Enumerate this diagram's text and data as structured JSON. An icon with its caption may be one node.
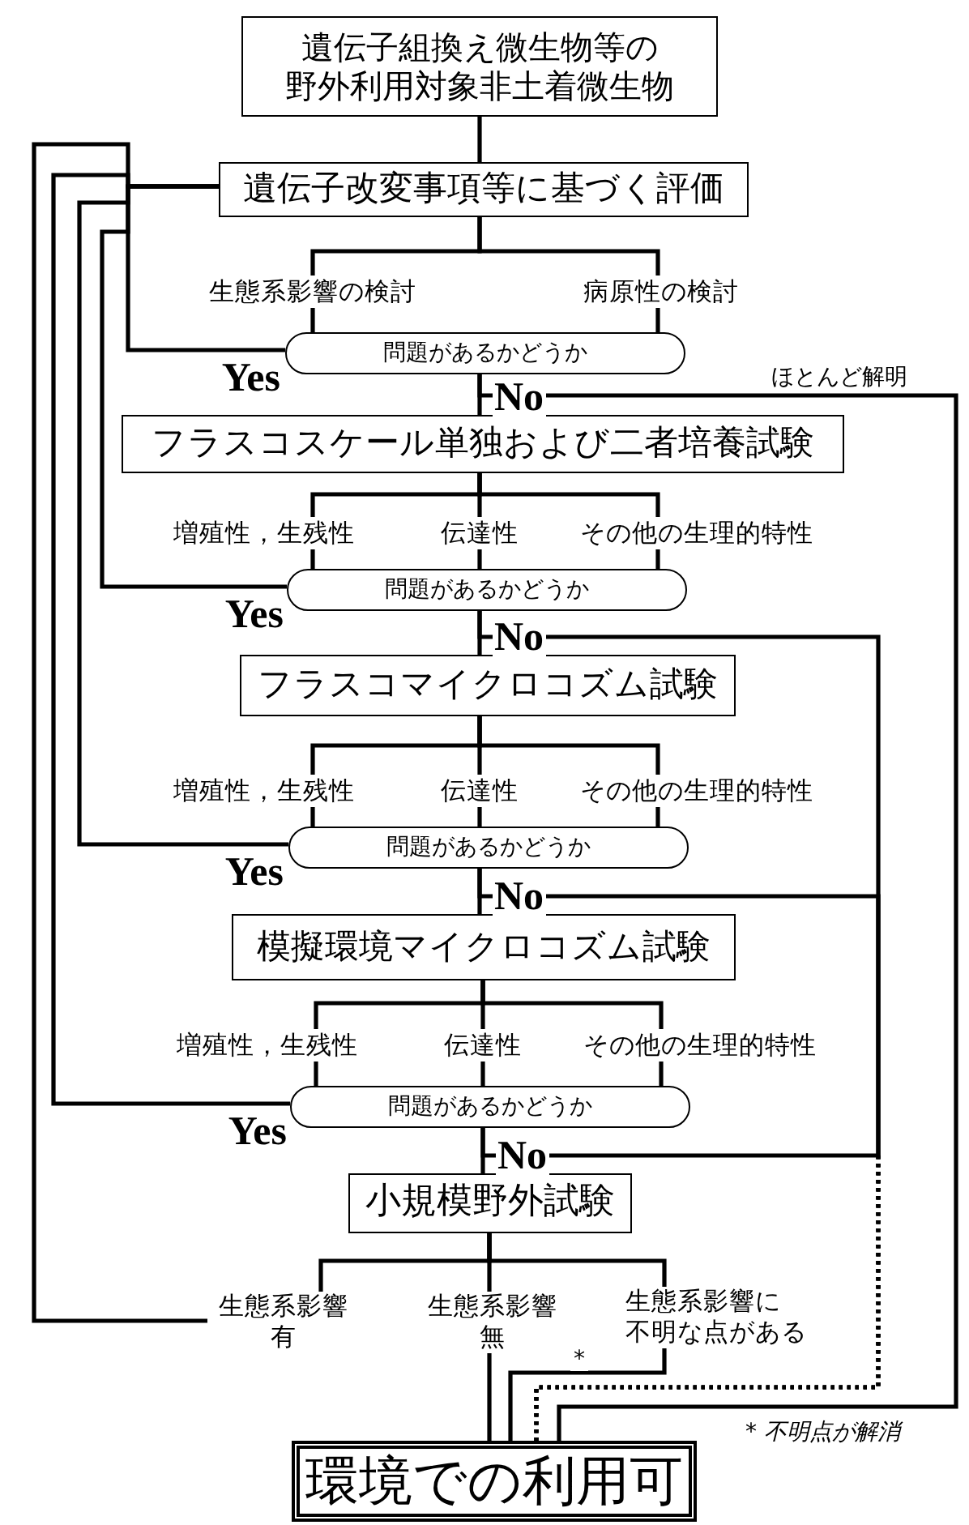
{
  "diagram": {
    "nodes": [
      {
        "text": [
          "遺伝子組換え微生物等の野外利用対象非土着微生物"
        ]
      },
      {
        "text": [
          "遺伝子改変事項等に基づく評価"
        ]
      },
      {
        "text": [
          "生態系影響の検討"
        ]
      },
      {
        "text": [
          "病原性の検討"
        ]
      },
      {
        "text": [
          "問題があるかどうか"
        ]
      },
      {
        "text": [
          "フラスコスケール単独および二者培養試験"
        ]
      },
      {
        "text": [
          "増殖性，生残性"
        ]
      },
      {
        "text": [
          "伝達性"
        ]
      },
      {
        "text": [
          "その他の生理的特性"
        ]
      },
      {
        "text": [
          "問題があるかどうか"
        ]
      },
      {
        "text": [
          "フラスコマイクロコズム試験"
        ]
      },
      {
        "text": [
          "増殖性，生残性"
        ]
      },
      {
        "text": [
          "伝達性"
        ]
      },
      {
        "text": [
          "その他の生理的特性"
        ]
      },
      {
        "text": [
          "問題があるかどうか"
        ]
      },
      {
        "text": [
          "模擬環境マイクロコズム試験"
        ]
      },
      {
        "text": [
          "増殖性，生残性"
        ]
      },
      {
        "text": [
          "伝達性"
        ]
      },
      {
        "text": [
          "その他の生理的特性"
        ]
      },
      {
        "text": [
          "問題があるかどうか"
        ]
      },
      {
        "text": [
          "小規模野外試験"
        ]
      },
      {
        "text": [
          "生態系影響有"
        ]
      },
      {
        "text": [
          "生態系影響無"
        ]
      },
      {
        "text": [
          "生態系影響に不明な点がある"
        ]
      },
      {
        "text": [
          "環境での利用可"
        ]
      }
    ],
    "edges": [
      {
        "from": 0,
        "to": 1,
        "arrow": "none"
      },
      {
        "from": 1,
        "to": 2,
        "arrow": "none"
      },
      {
        "from": 1,
        "to": 3,
        "arrow": "none"
      },
      {
        "from": 2,
        "to": 4,
        "arrow": "none"
      },
      {
        "from": 3,
        "to": 4,
        "arrow": "none"
      },
      {
        "from": 4,
        "to": 5,
        "arrow": "none",
        "label": "No"
      },
      {
        "from": 4,
        "to": 1,
        "arrow": "none",
        "label": "Yes"
      },
      {
        "from": 4,
        "to": 24,
        "arrow": "none",
        "label": "ほとんど解明"
      },
      {
        "from": 5,
        "to": 6,
        "arrow": "none"
      },
      {
        "from": 5,
        "to": 7,
        "arrow": "none"
      },
      {
        "from": 5,
        "to": 8,
        "arrow": "none"
      },
      {
        "from": 6,
        "to": 9,
        "arrow": "none"
      },
      {
        "from": 7,
        "to": 9,
        "arrow": "none"
      },
      {
        "from": 8,
        "to": 9,
        "arrow": "none"
      },
      {
        "from": 9,
        "to": 10,
        "arrow": "none",
        "label": "No"
      },
      {
        "from": 9,
        "to": 1,
        "arrow": "none",
        "label": "Yes"
      },
      {
        "from": 9,
        "to": 24,
        "arrow": "none",
        "style": "dashed"
      },
      {
        "from": 10,
        "to": 11,
        "arrow": "none"
      },
      {
        "from": 10,
        "to": 12,
        "arrow": "none"
      },
      {
        "from": 10,
        "to": 13,
        "arrow": "none"
      },
      {
        "from": 11,
        "to": 14,
        "arrow": "none"
      },
      {
        "from": 12,
        "to": 14,
        "arrow": "none"
      },
      {
        "from": 13,
        "to": 14,
        "arrow": "none"
      },
      {
        "from": 14,
        "to": 15,
        "arrow": "none",
        "label": "No"
      },
      {
        "from": 14,
        "to": 1,
        "arrow": "none",
        "label": "Yes"
      },
      {
        "from": 14,
        "to": 24,
        "arrow": "none",
        "style": "dashed"
      },
      {
        "from": 15,
        "to": 16,
        "arrow": "none"
      },
      {
        "from": 15,
        "to": 17,
        "arrow": "none"
      },
      {
        "from": 15,
        "to": 18,
        "arrow": "none"
      },
      {
        "from": 16,
        "to": 19,
        "arrow": "none"
      },
      {
        "from": 17,
        "to": 19,
        "arrow": "none"
      },
      {
        "from": 18,
        "to": 19,
        "arrow": "none"
      },
      {
        "from": 19,
        "to": 20,
        "arrow": "none",
        "label": "No"
      },
      {
        "from": 19,
        "to": 1,
        "arrow": "none",
        "label": "Yes"
      },
      {
        "from": 19,
        "to": 24,
        "arrow": "none",
        "style": "dashed"
      },
      {
        "from": 20,
        "to": 21,
        "arrow": "none"
      },
      {
        "from": 20,
        "to": 22,
        "arrow": "none"
      },
      {
        "from": 20,
        "to": 23,
        "arrow": "none"
      },
      {
        "from": 21,
        "to": 1,
        "arrow": "none"
      },
      {
        "from": 22,
        "to": 24,
        "arrow": "none"
      },
      {
        "from": 23,
        "to": 24,
        "arrow": "none",
        "label": "*"
      }
    ],
    "labels": [
      "* 不明点が解消"
    ]
  }
}
